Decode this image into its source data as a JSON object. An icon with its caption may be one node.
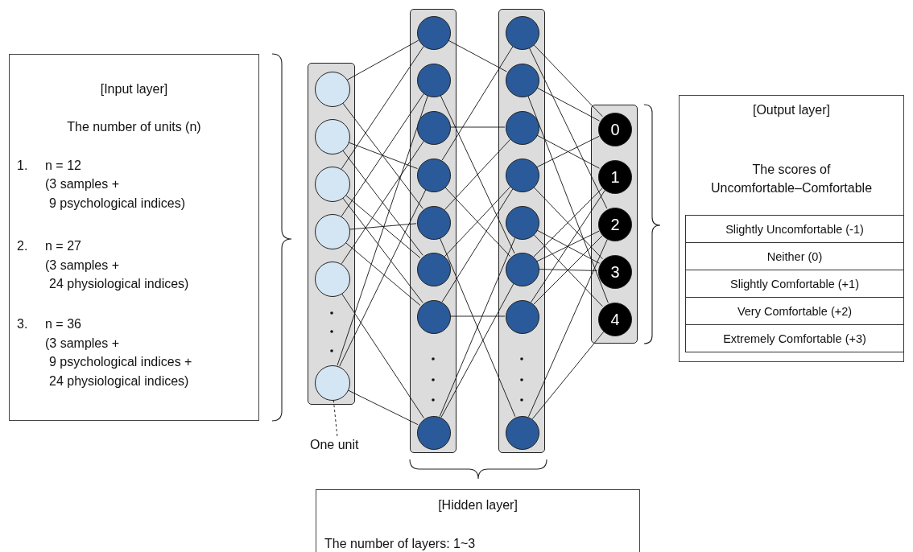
{
  "diagram": {
    "nodes": [
      {
        "text": [
          "[Input layer]",
          "The number of units (n)",
          "1.",
          "n = 12",
          "(3 samples +",
          "9 psychological indices)",
          "2.",
          "n = 27",
          "(3 samples +",
          "24 physiological indices)",
          "3.",
          "n = 36",
          "(3 samples +",
          "9 psychological indices +",
          "24 physiological indices)"
        ]
      },
      {
        "text": [],
        "shape": "box"
      },
      {
        "text": [],
        "shape": "circle",
        "in": 1
      },
      {
        "text": [],
        "shape": "circle",
        "in": 1
      },
      {
        "text": [],
        "shape": "circle",
        "in": 1
      },
      {
        "text": [],
        "shape": "circle",
        "in": 1
      },
      {
        "text": [],
        "shape": "circle",
        "in": 1
      },
      {
        "text": [],
        "shape": "circle",
        "in": 1
      },
      {
        "text": [
          "One unit"
        ]
      },
      {
        "text": [],
        "shape": "box"
      },
      {
        "text": [],
        "shape": "circle",
        "in": 9
      },
      {
        "text": [],
        "shape": "circle",
        "in": 9
      },
      {
        "text": [],
        "shape": "circle",
        "in": 9
      },
      {
        "text": [],
        "shape": "circle",
        "in": 9
      },
      {
        "text": [],
        "shape": "circle",
        "in": 9
      },
      {
        "text": [],
        "shape": "circle",
        "in": 9
      },
      {
        "text": [],
        "shape": "circle",
        "in": 9
      },
      {
        "text": [],
        "shape": "circle",
        "in": 9
      },
      {
        "text": [],
        "shape": "box"
      },
      {
        "text": [],
        "shape": "circle",
        "in": 18
      },
      {
        "text": [],
        "shape": "circle",
        "in": 18
      },
      {
        "text": [],
        "shape": "circle",
        "in": 18
      },
      {
        "text": [],
        "shape": "circle",
        "in": 18
      },
      {
        "text": [],
        "shape": "circle",
        "in": 18
      },
      {
        "text": [],
        "shape": "circle",
        "in": 18
      },
      {
        "text": [],
        "shape": "circle",
        "in": 18
      },
      {
        "text": [],
        "shape": "circle",
        "in": 18
      },
      {
        "text": [],
        "shape": "box"
      },
      {
        "text": [
          "0"
        ],
        "in": 27
      },
      {
        "text": [
          "1"
        ],
        "in": 27
      },
      {
        "text": [
          "2"
        ],
        "in": 27
      },
      {
        "text": [
          "3"
        ],
        "in": 27
      },
      {
        "text": [
          "4"
        ],
        "in": 27
      },
      {
        "text": [
          "[Output layer]",
          "The scores of",
          "Uncomfortable–Comfortable"
        ]
      },
      {
        "text": [
          "Slightly Uncomfortable (-1)"
        ],
        "in": 33
      },
      {
        "text": [
          "Neither (0)"
        ],
        "in": 33
      },
      {
        "text": [
          "Slightly Comfortable (+1)"
        ],
        "in": 33
      },
      {
        "text": [
          "Very Comfortable (+2)"
        ],
        "in": 33
      },
      {
        "text": [
          "Extremely Comfortable  (+3)"
        ],
        "in": 33
      },
      {
        "text": [
          "[Hidden layer]",
          "The number of layers: 1~3"
        ]
      }
    ],
    "edges": [
      {
        "from": 2,
        "to": 10,
        "arrow": "none"
      },
      {
        "from": 2,
        "to": 14,
        "arrow": "none"
      },
      {
        "from": 3,
        "to": 13,
        "arrow": "none"
      },
      {
        "from": 3,
        "to": 15,
        "arrow": "none"
      },
      {
        "from": 4,
        "to": 10,
        "arrow": "none"
      },
      {
        "from": 4,
        "to": 15,
        "arrow": "none"
      },
      {
        "from": 4,
        "to": 16,
        "arrow": "none"
      },
      {
        "from": 5,
        "to": 11,
        "arrow": "none"
      },
      {
        "from": 5,
        "to": 14,
        "arrow": "none"
      },
      {
        "from": 5,
        "to": 16,
        "arrow": "none"
      },
      {
        "from": 6,
        "to": 12,
        "arrow": "none"
      },
      {
        "from": 6,
        "to": 17,
        "arrow": "none"
      },
      {
        "from": 7,
        "to": 11,
        "arrow": "none"
      },
      {
        "from": 7,
        "to": 13,
        "arrow": "none"
      },
      {
        "from": 7,
        "to": 17,
        "arrow": "none"
      },
      {
        "from": 10,
        "to": 20,
        "arrow": "none"
      },
      {
        "from": 11,
        "to": 24,
        "arrow": "none"
      },
      {
        "from": 12,
        "to": 21,
        "arrow": "none"
      },
      {
        "from": 13,
        "to": 19,
        "arrow": "none"
      },
      {
        "from": 13,
        "to": 24,
        "arrow": "none"
      },
      {
        "from": 14,
        "to": 21,
        "arrow": "none"
      },
      {
        "from": 14,
        "to": 26,
        "arrow": "none"
      },
      {
        "from": 15,
        "to": 22,
        "arrow": "none"
      },
      {
        "from": 16,
        "to": 25,
        "arrow": "none"
      },
      {
        "from": 16,
        "to": 22,
        "arrow": "none"
      },
      {
        "from": 17,
        "to": 24,
        "arrow": "none"
      },
      {
        "from": 17,
        "to": 23,
        "arrow": "none"
      },
      {
        "from": 19,
        "to": 28,
        "arrow": "none"
      },
      {
        "from": 19,
        "to": 30,
        "arrow": "none"
      },
      {
        "from": 20,
        "to": 28,
        "arrow": "none"
      },
      {
        "from": 20,
        "to": 32,
        "arrow": "none"
      },
      {
        "from": 21,
        "to": 29,
        "arrow": "none"
      },
      {
        "from": 22,
        "to": 28,
        "arrow": "none"
      },
      {
        "from": 22,
        "to": 31,
        "arrow": "none"
      },
      {
        "from": 23,
        "to": 31,
        "arrow": "none"
      },
      {
        "from": 23,
        "to": 32,
        "arrow": "none"
      },
      {
        "from": 24,
        "to": 29,
        "arrow": "none"
      },
      {
        "from": 24,
        "to": 30,
        "arrow": "none"
      },
      {
        "from": 24,
        "to": 31,
        "arrow": "none"
      },
      {
        "from": 25,
        "to": 29,
        "arrow": "none"
      },
      {
        "from": 25,
        "to": 30,
        "arrow": "none"
      },
      {
        "from": 26,
        "to": 30,
        "arrow": "none"
      },
      {
        "from": 26,
        "to": 32,
        "arrow": "none"
      },
      {
        "from": 8,
        "to": 7,
        "arrow": "none",
        "style": "dashed"
      }
    ]
  }
}
